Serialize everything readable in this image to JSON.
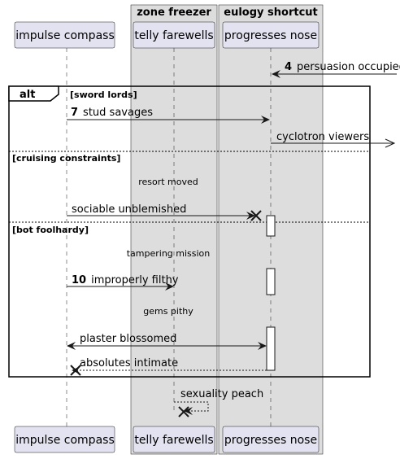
{
  "boxes": [
    {
      "id": "box-zone-freezer",
      "title": "zone freezer"
    },
    {
      "id": "box-eulogy-shortcut",
      "title": "eulogy shortcut"
    }
  ],
  "participants": [
    {
      "id": "impulse",
      "name": "impulse compass"
    },
    {
      "id": "telly",
      "name": "telly farewells"
    },
    {
      "id": "progresses",
      "name": "progresses nose"
    }
  ],
  "fragment": {
    "label": "alt",
    "guards": [
      "[sword lords]",
      "[cruising constraints]",
      "[bot foolhardy]"
    ]
  },
  "messages": [
    {
      "num": "4",
      "text": "persuasion occupied"
    },
    {
      "num": "7",
      "text": "stud savages"
    },
    {
      "num": "",
      "text": "cyclotron viewers"
    },
    {
      "num": "",
      "text": "sociable unblemished"
    },
    {
      "num": "10",
      "text": "improperly filthy"
    },
    {
      "num": "",
      "text": "plaster blossomed"
    },
    {
      "num": "",
      "text": "absolutes intimate"
    },
    {
      "num": "",
      "text": "sexuality peach"
    }
  ],
  "delays": [
    "resort moved",
    "tampering mission",
    "gems pithy"
  ]
}
